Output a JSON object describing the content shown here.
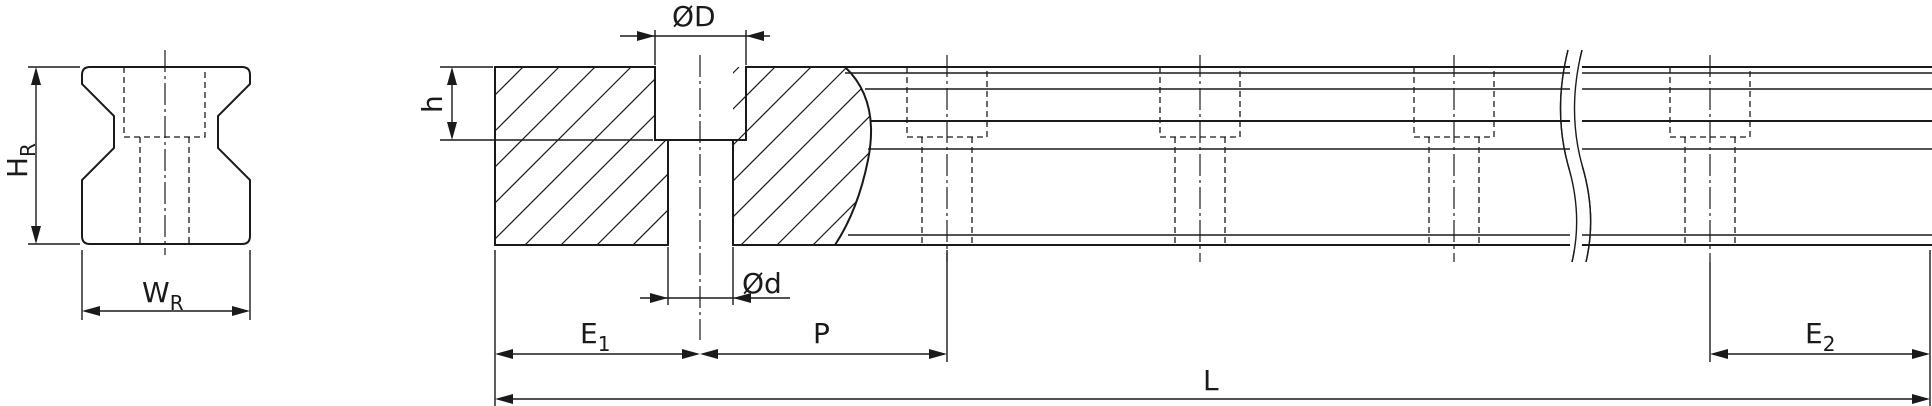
{
  "labels": {
    "height_main": "H",
    "height_sub": "R",
    "width_main": "W",
    "width_sub": "R",
    "h": "h",
    "counterbore_dia": "ØD",
    "hole_dia": "Ød",
    "e1_main": "E",
    "e1_sub": "1",
    "p": "P",
    "e2_main": "E",
    "e2_sub": "2",
    "l": "L"
  }
}
